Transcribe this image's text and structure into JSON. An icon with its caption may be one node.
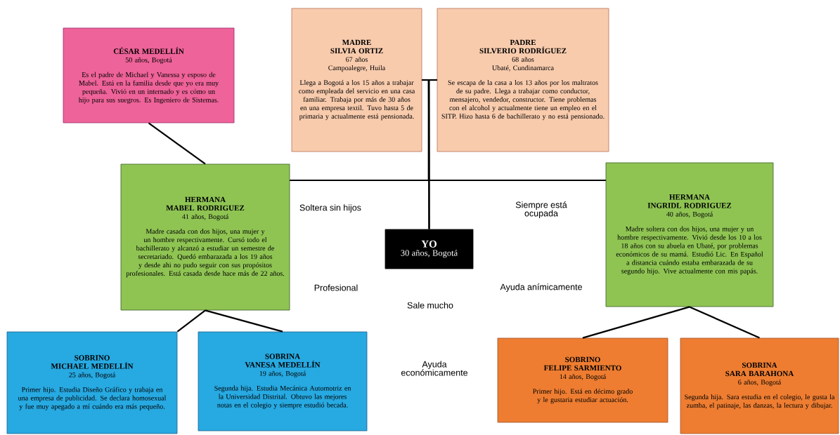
{
  "diagram": {
    "nodes": [
      {
        "text": [
          "CÉSAR MEDELLÍN",
          "50 años, Bogotá",
          "Es el padre de Michael y Vanessa y esposo de Mabel. Está en la familia  desde que yo era muy pequeña. Vivió en un internado y es cómo un hijo para sus suegros. Es Ingeniero de Sistemas."
        ]
      },
      {
        "text": [
          "MADRE",
          "SILVIA ORTIZ",
          "67 años",
          "Campoalegre, Huila",
          "Llega a Bogotá a los 15 años a trabajar como empleada del servicio en una casa familiar.  Trabaja por más de 30 años en una empresa textil. Tuvo hasta 5 de primaria y actualmente está pensionada."
        ]
      },
      {
        "text": [
          "PADRE",
          "SILVERIO RODRÍGUEZ",
          "68 años",
          "Ubaté, Cundinamarca",
          "Se escapa de la casa a los 13 años por los maltratos de su padre. Llega a trabajar como conductor, mensajero, vendedor, constructor. Tiene problemas con el alcohol y actualmente tiene un empleo en el SITP. Hizo hasta 6 de bachillerato  y no está pensionado."
        ]
      },
      {
        "text": [
          "HERMANA",
          "MABEL RODRIGUEZ",
          "41 años, Bogotá",
          "Madre casada con dos hijos, una mujer y un hombre respectivamente. Cursó todo el bachillerato  y alcanzó a estudiar un semestre de secretariado. Quedó embarazada a los 19 años y desde ahi no pudo seguir con sus propósitos profesionales. Está casada desde hace más de 22 años."
        ]
      },
      {
        "text": [
          "YO",
          "30 años,  Bogotá"
        ]
      },
      {
        "text": [
          "HERMANA",
          "INGRIDL RODRIGUEZ",
          "40 años, Bogotá",
          "Madre soltera con dos hijos, una mujer y un hombre respectivamente. Vivió desde los 10 a los 18 años con su abuela en Ubaté, por problemas económicos de su mamá. Estudió Lic. En Español a distancia cuándo estaba embarazada de su segundo hijo. Vive actualmente con mis papás."
        ]
      },
      {
        "text": [
          "SOBRINO",
          "MICHAEL MEDELLÍN",
          "25 años, Bogotá",
          "Primer hijo. Estudia Diseño Gráfico y trabaja en una empresa de publicidad.  Se declara homosexual y fue muy apegado a mí cuándo era más pequeño."
        ]
      },
      {
        "text": [
          "SOBRINA",
          "VANESA MEDELLÍN",
          "19 años, Bogotá",
          "Segunda hija.  Estudia Mecánica Automotriz en la Universidad Distrital.  Obtuvo las mejores notas en el colegio y siempre estudió becada."
        ]
      },
      {
        "text": [
          "SOBRINO",
          "FELIPE SARMIENTO",
          "14 años, Bogotá",
          "Primer hijo. Está en décimo grado y le gustaria estudiar actuación."
        ]
      },
      {
        "text": [
          "SOBRINA",
          "SARA BARAHONA",
          "6 años, Bogotá",
          "Segunda hija.  Sara estudia en el colegio,  le gusta la zumba, el patinaje, las danzas, la lectura y dibujar."
        ]
      }
    ],
    "edges": [
      {
        "from": 0,
        "to": 3,
        "arrow": "none"
      },
      {
        "from": 1,
        "to": 2,
        "arrow": "none"
      },
      {
        "from": 1,
        "to": 3,
        "arrow": "none"
      },
      {
        "from": 1,
        "to": 4,
        "arrow": "none"
      },
      {
        "from": 1,
        "to": 5,
        "arrow": "none"
      },
      {
        "from": 2,
        "to": 3,
        "arrow": "none"
      },
      {
        "from": 2,
        "to": 4,
        "arrow": "none"
      },
      {
        "from": 2,
        "to": 5,
        "arrow": "none"
      },
      {
        "from": 3,
        "to": 6,
        "arrow": "none"
      },
      {
        "from": 3,
        "to": 7,
        "arrow": "none"
      },
      {
        "from": 5,
        "to": 8,
        "arrow": "none"
      },
      {
        "from": 5,
        "to": 9,
        "arrow": "none"
      }
    ],
    "labels": [
      "Soltera sin hijos",
      "Siempre está ocupada",
      "Profesional",
      "Ayuda anímicamente",
      "Sale mucho",
      "Ayuda económicamente"
    ]
  }
}
